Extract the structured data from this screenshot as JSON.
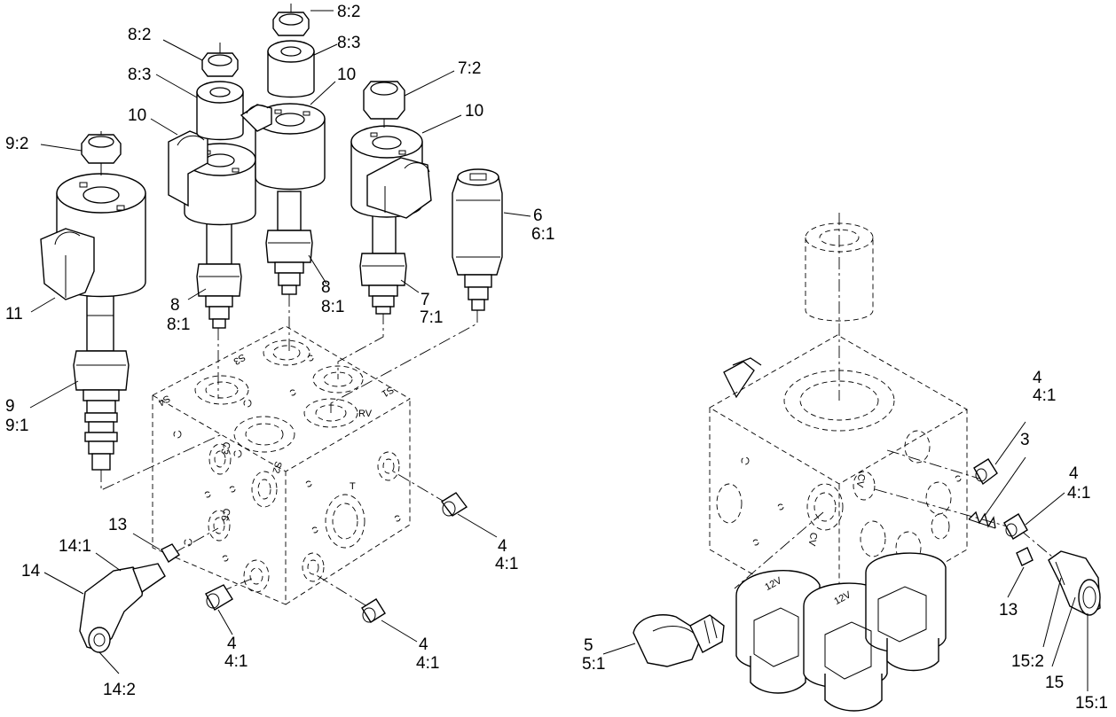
{
  "labels": {
    "l_8_2_top": "8:2",
    "l_8_2_left": "8:2",
    "l_8_3_top": "8:3",
    "l_8_3_left": "8:3",
    "l_7_2": "7:2",
    "l_10_a": "10",
    "l_10_b": "10",
    "l_10_c": "10",
    "l_9_2": "9:2",
    "l_6": "6",
    "l_6_1": "6:1",
    "l_11": "11",
    "l_8_a": "8",
    "l_8_1_a": "8:1",
    "l_8_b": "8",
    "l_8_1_b": "8:1",
    "l_7": "7",
    "l_7_1": "7:1",
    "l_9": "9",
    "l_9_1": "9:1",
    "l_13_left": "13",
    "l_14_1": "14:1",
    "l_14": "14",
    "l_14_2": "14:2",
    "l_4_a": "4",
    "l_4_1_a": "4:1",
    "l_4_b": "4",
    "l_4_1_b": "4:1",
    "l_4_c": "4",
    "l_4_1_c": "4:1",
    "l_4_d": "4",
    "l_4_1_d": "4:1",
    "l_4_e": "4",
    "l_4_1_e": "4:1",
    "l_3": "3",
    "l_13_right": "13",
    "l_5": "5",
    "l_5_1": "5:1",
    "l_15_2": "15:2",
    "l_15": "15",
    "l_15_1": "15:1"
  },
  "port_marks": {
    "s3": "S3",
    "s4": "S4",
    "s1": "S1",
    "rv": "RV",
    "c3": "C3",
    "s2": "S2",
    "c6": "C6",
    "t": "T",
    "cv": "CV",
    "cv2": "CV"
  },
  "stamp_text": {
    "a": "12V",
    "b": "12V"
  }
}
